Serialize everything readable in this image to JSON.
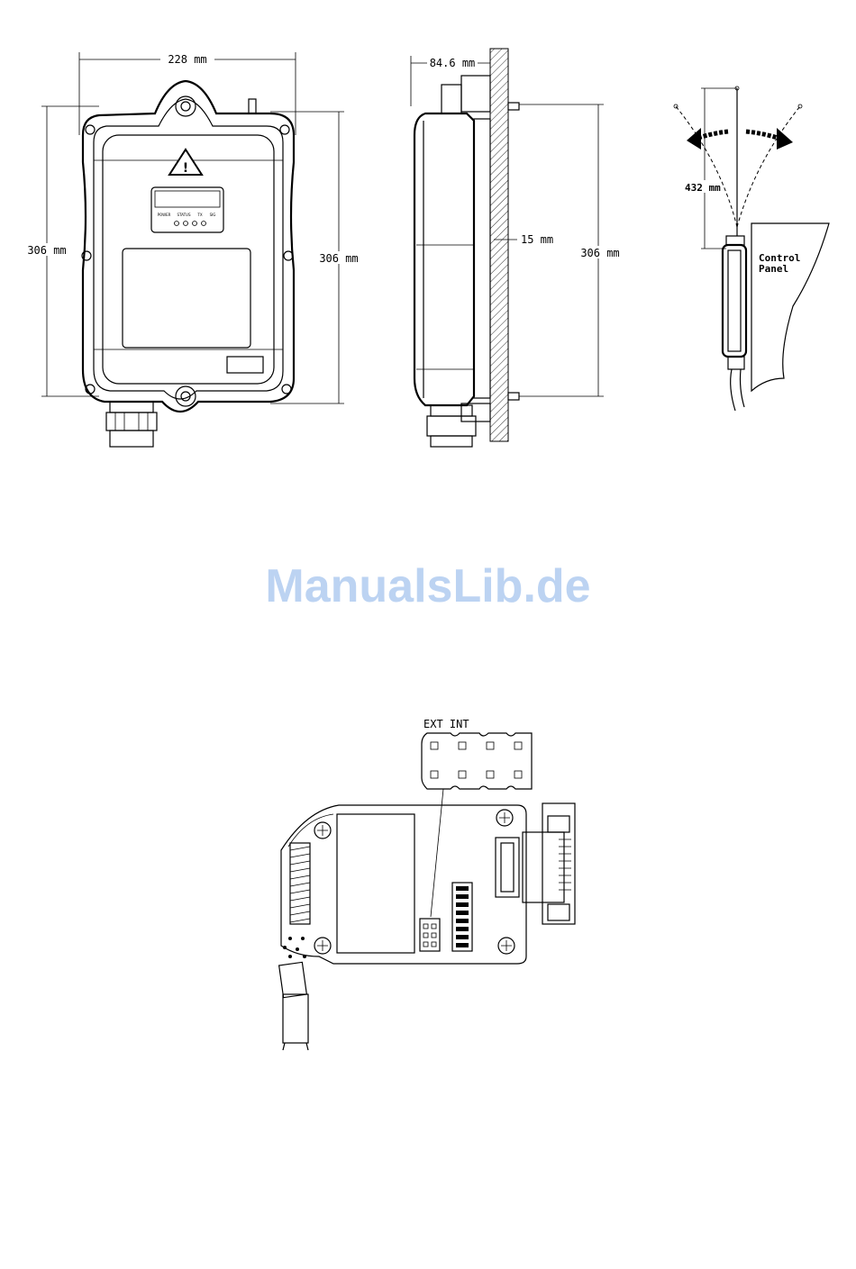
{
  "front_view": {
    "width_label": "228 mm",
    "height_left_label": "306 mm",
    "height_right_label": "306 mm",
    "led_labels": [
      "POWER",
      "STATUS",
      "TX",
      "SIG"
    ]
  },
  "side_view": {
    "depth_label": "84.6 mm",
    "offset_label": "15 mm",
    "height_label": "306 mm"
  },
  "antenna_view": {
    "antenna_length_label": "432 mm",
    "panel_label_line1": "Control",
    "panel_label_line2": "Panel"
  },
  "watermark": "ManualsLib.de",
  "board_view": {
    "jumper_label": "EXT INT"
  }
}
